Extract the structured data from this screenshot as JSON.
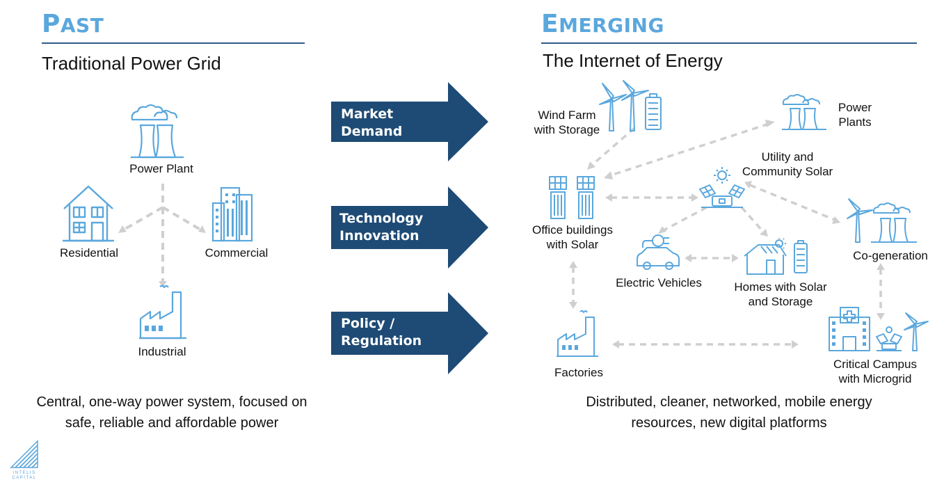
{
  "past": {
    "heading_first": "P",
    "heading_rest": "AST",
    "subtitle": "Traditional Power Grid",
    "nodes": {
      "power_plant": "Power Plant",
      "residential": "Residential",
      "commercial": "Commercial",
      "industrial": "Industrial"
    },
    "caption_line1": "Central, one-way power system, focused on",
    "caption_line2": "safe, reliable and affordable power"
  },
  "arrows": [
    {
      "line1": "Market",
      "line2": "Demand"
    },
    {
      "line1": "Technology",
      "line2": "Innovation"
    },
    {
      "line1": "Policy /",
      "line2": "Regulation"
    }
  ],
  "emerging": {
    "heading_first": "E",
    "heading_rest": "MERGING",
    "subtitle": "The Internet of Energy",
    "nodes": {
      "wind_farm": [
        "Wind Farm",
        "with Storage"
      ],
      "power_plants": [
        "Power",
        "Plants"
      ],
      "utility_solar": [
        "Utility and",
        "Community Solar"
      ],
      "office": [
        "Office buildings",
        "with Solar"
      ],
      "cogeneration": "Co-generation",
      "ev": "Electric Vehicles",
      "homes": [
        "Homes with Solar",
        "and Storage"
      ],
      "factories": "Factories",
      "campus": [
        "Critical Campus",
        "with Microgrid"
      ]
    },
    "caption_line1": "Distributed, cleaner, networked, mobile energy",
    "caption_line2": "resources, new digital platforms"
  },
  "logo": {
    "line1": "INTELIS",
    "line2": "CAPITAL"
  },
  "colors": {
    "accent": "#5aa7dd",
    "arrow": "#1e4b75",
    "rule": "#2f5a8a",
    "connector": "#cfcfcf"
  }
}
